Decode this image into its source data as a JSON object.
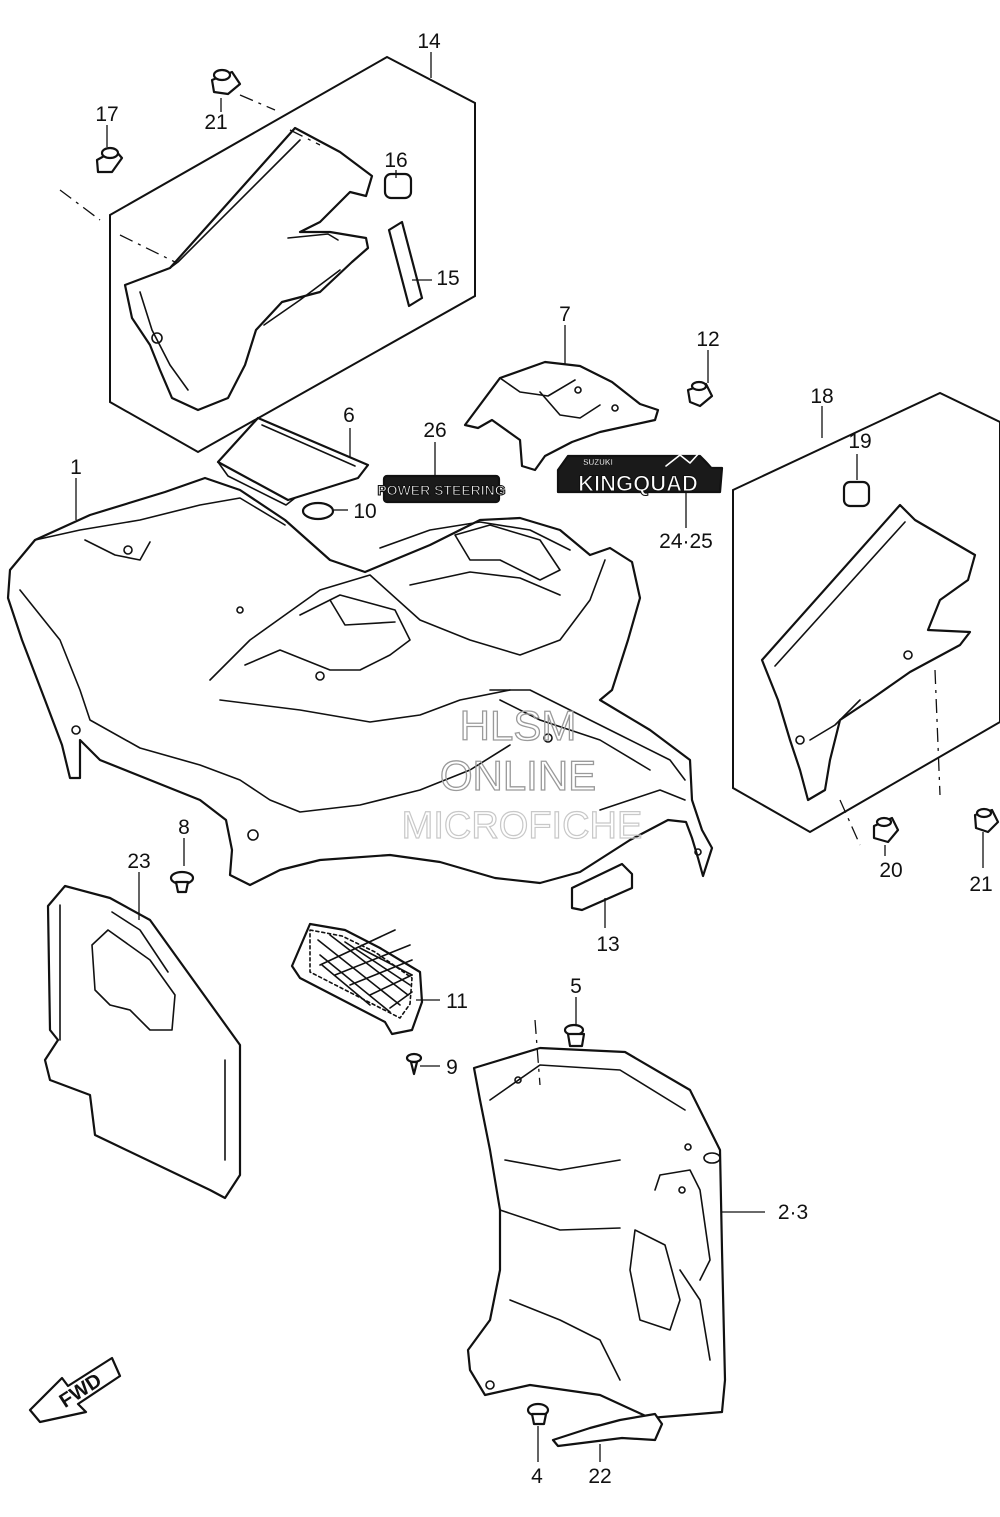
{
  "callouts": {
    "c1": "1",
    "c2_3": "2·3",
    "c4": "4",
    "c5": "5",
    "c6": "6",
    "c7": "7",
    "c8": "8",
    "c9": "9",
    "c10": "10",
    "c11": "11",
    "c12": "12",
    "c13": "13",
    "c14": "14",
    "c15": "15",
    "c16": "16",
    "c17": "17",
    "c18": "18",
    "c19": "19",
    "c20": "20",
    "c21a": "21",
    "c21b": "21",
    "c22": "22",
    "c23": "23",
    "c24_25": "24·25",
    "c26": "26"
  },
  "decals": {
    "power_steering": "POWER STEERING",
    "kingquad": "KINGQUAD",
    "suzuki_small": "SUZUKI"
  },
  "fwd_badge": "FWD",
  "watermark": {
    "line1": "HLSM",
    "line2": "ONLINE",
    "line3": "MICROFICHE"
  }
}
